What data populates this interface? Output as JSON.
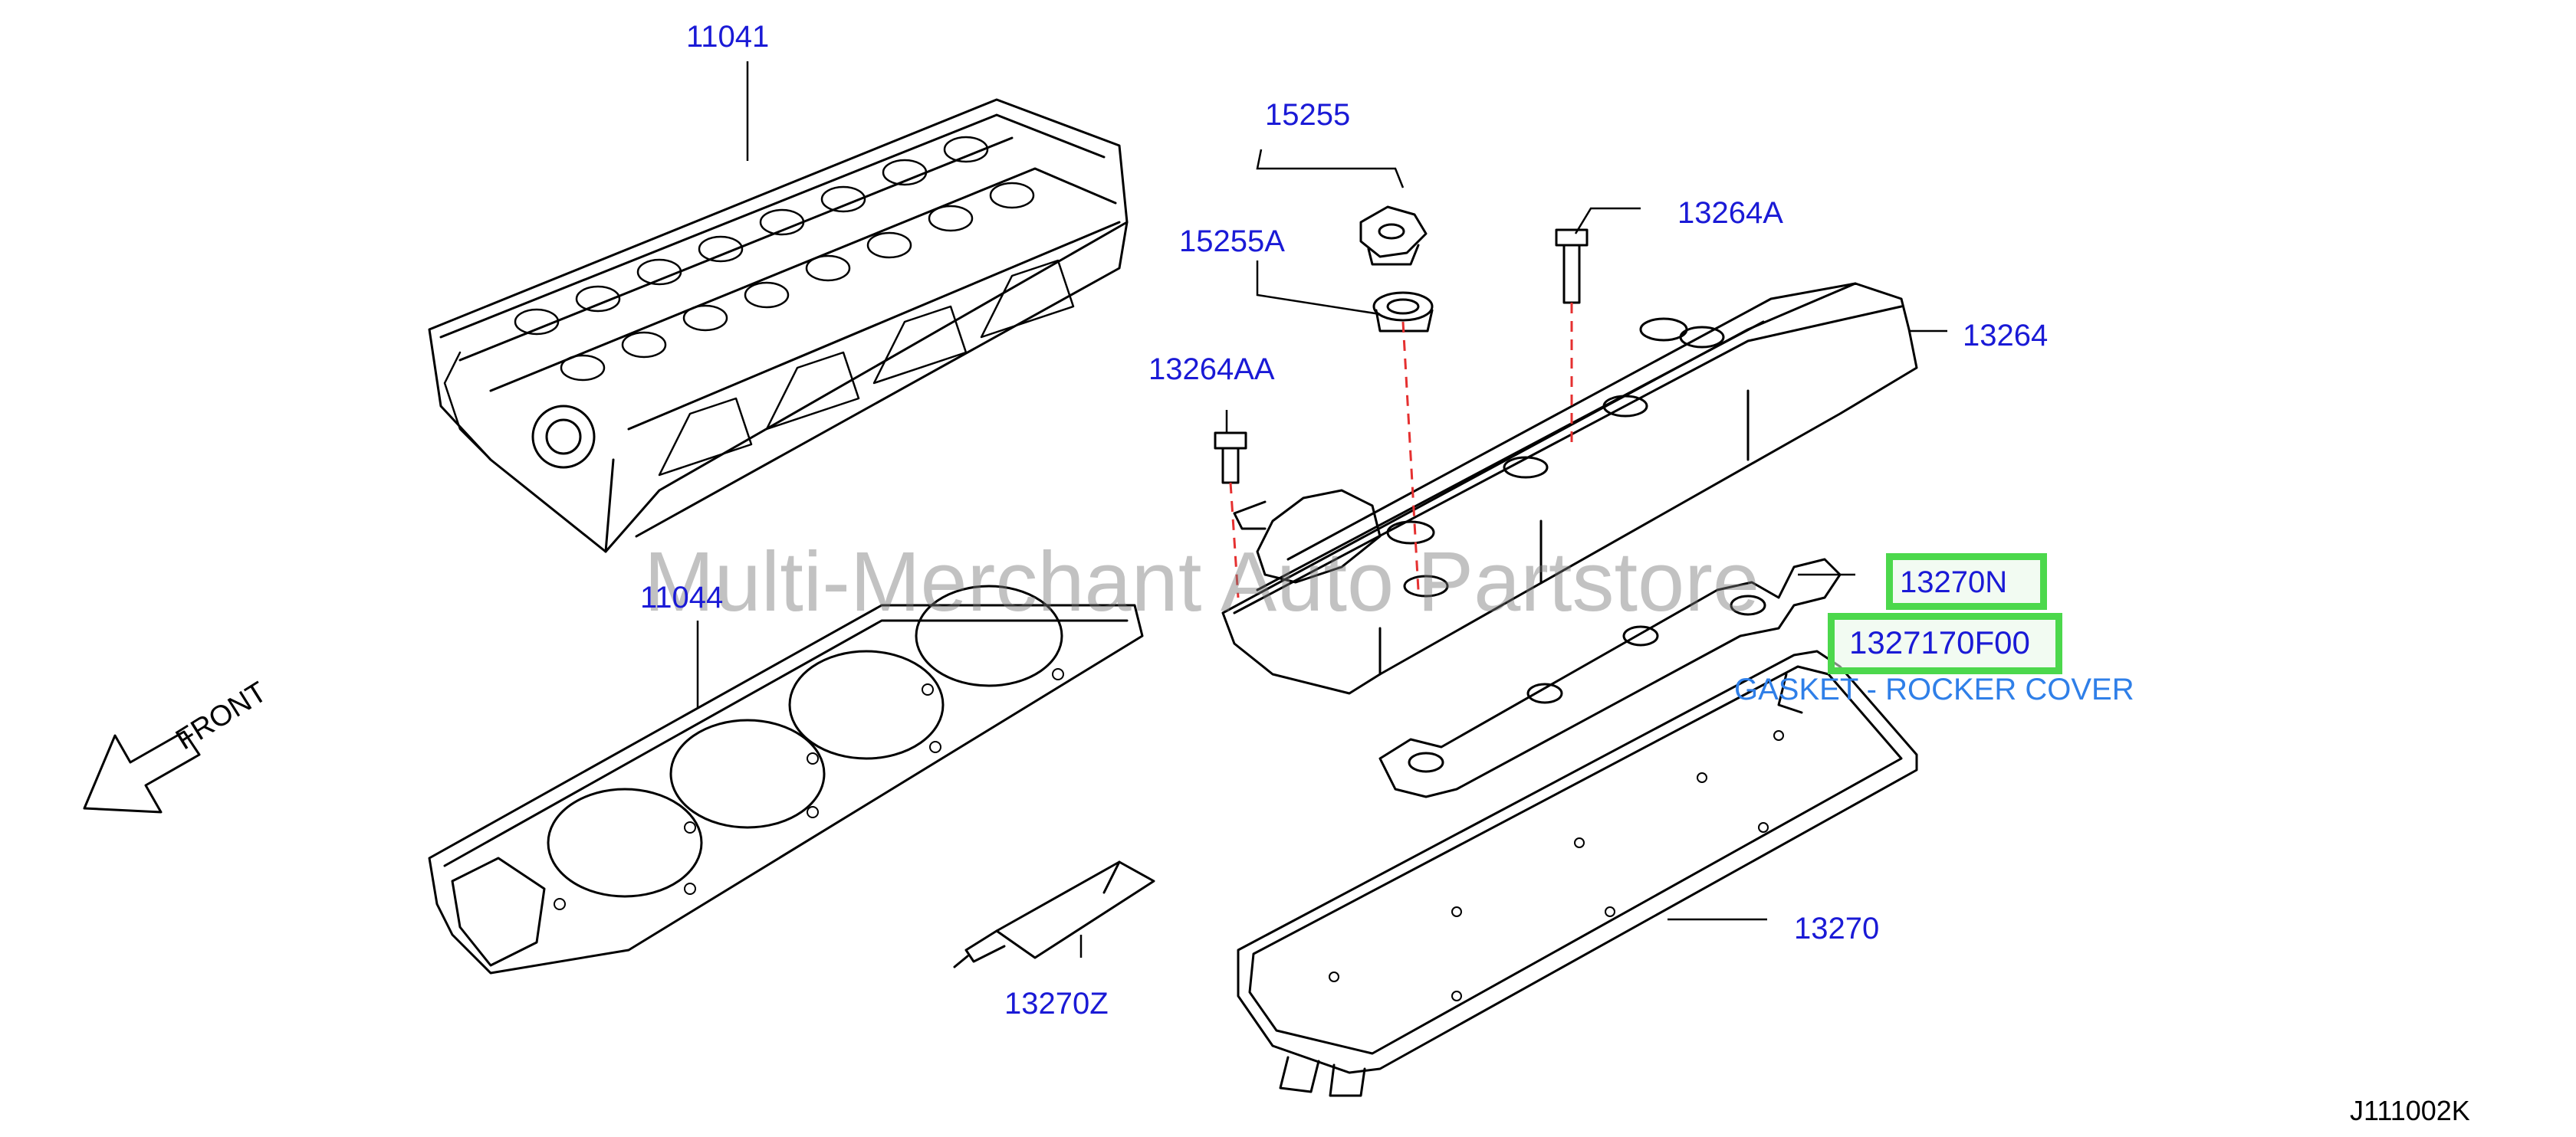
{
  "diagram": {
    "watermark": "Multi-Merchant Auto Partstore",
    "front_label": "FRONT",
    "diagram_code": "J111002K",
    "parts": [
      {
        "id": "p11041",
        "number": "11041"
      },
      {
        "id": "p15255",
        "number": "15255"
      },
      {
        "id": "p15255A",
        "number": "15255A"
      },
      {
        "id": "p13264A",
        "number": "13264A"
      },
      {
        "id": "p13264",
        "number": "13264"
      },
      {
        "id": "p13264AA",
        "number": "13264AA"
      },
      {
        "id": "p11044",
        "number": "11044"
      },
      {
        "id": "p13270N",
        "number": "13270N"
      },
      {
        "id": "p13270",
        "number": "13270"
      },
      {
        "id": "p13270Z",
        "number": "13270Z"
      }
    ],
    "highlighted_part": {
      "number": "1327170F00",
      "description": "GASKET - ROCKER COVER"
    },
    "colors": {
      "label": "#1a1ad6",
      "description": "#2f7fe8",
      "highlight_border": "#4cd84c",
      "leader_dash": "#e53030",
      "line_art": "#000000"
    }
  }
}
